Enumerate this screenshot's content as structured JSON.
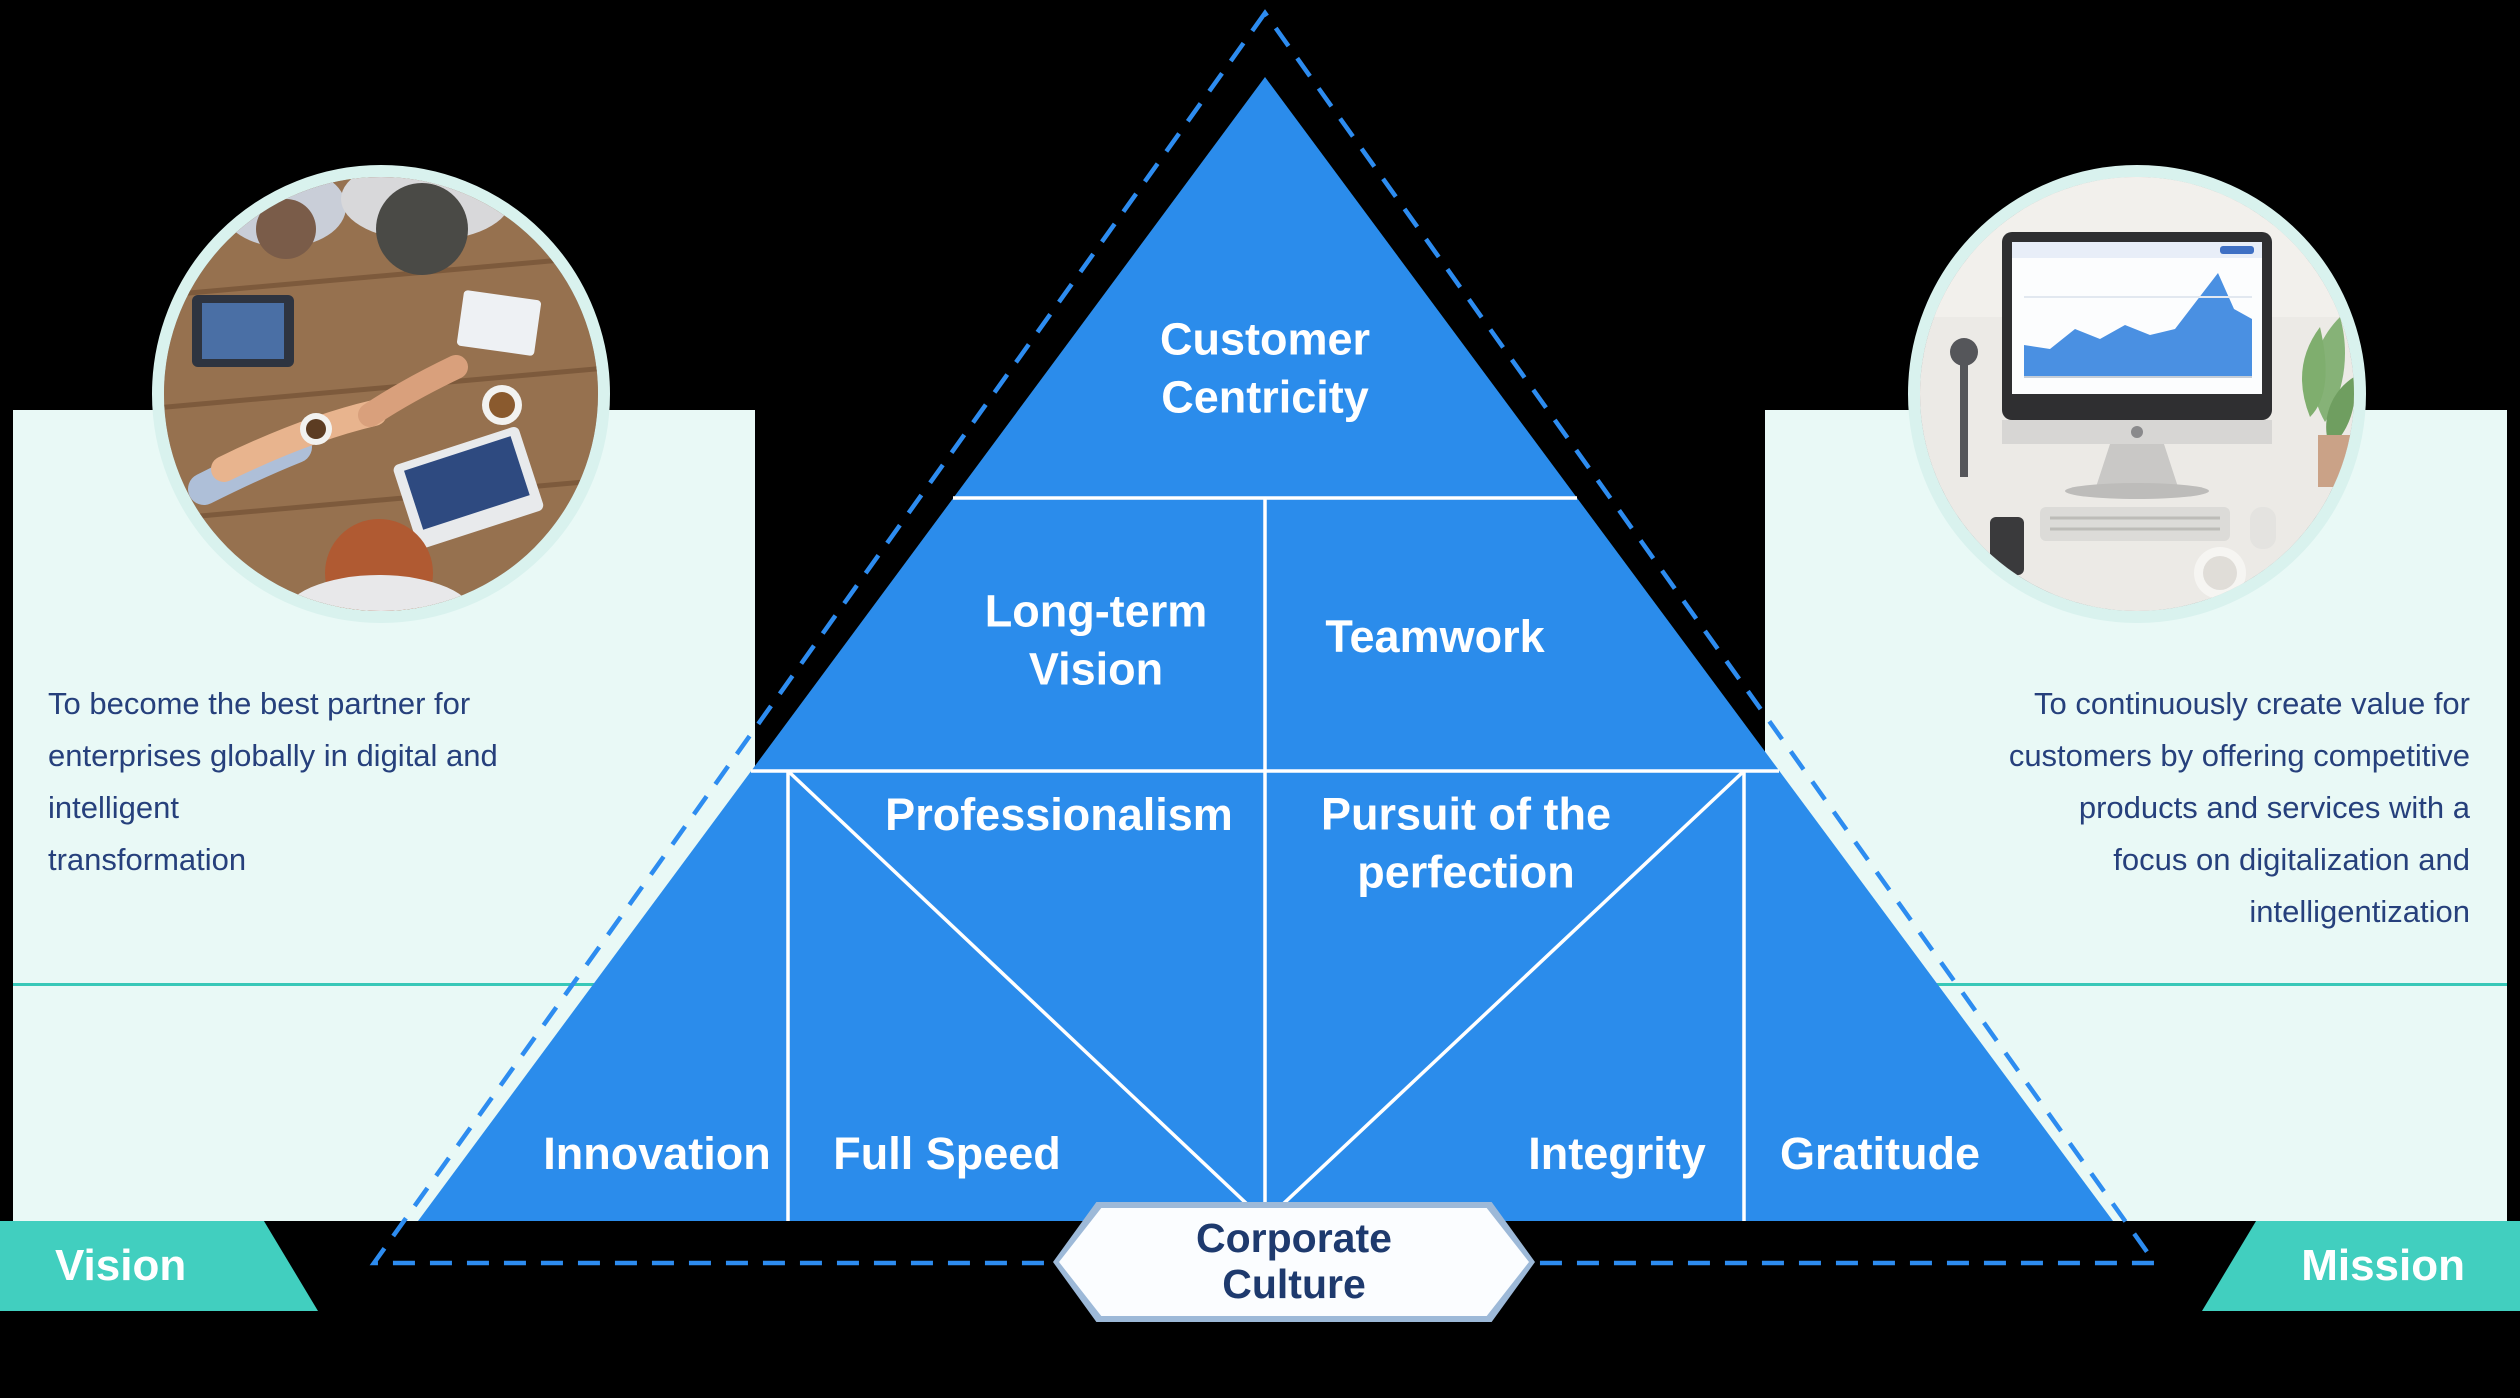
{
  "vision": {
    "label": "Vision",
    "lines": [
      "To become the best partner for",
      "enterprises globally in digital and",
      "intelligent",
      "transformation"
    ]
  },
  "mission": {
    "label": "Mission",
    "lines": [
      "To continuously create value for",
      "customers by offering competitive",
      "products and services with a",
      "focus on digitalization and",
      "intelligentization"
    ]
  },
  "pyramid": {
    "values": {
      "customer_centricity": "Customer Centricity",
      "long_term_vision": "Long-term Vision",
      "teamwork": "Teamwork",
      "professionalism": "Professionalism",
      "pursuit_of_perfection": "Pursuit of the perfection",
      "innovation": "Innovation",
      "full_speed": "Full Speed",
      "integrity": "Integrity",
      "gratitude": "Gratitude"
    }
  },
  "badge": {
    "label": "Corporate Culture"
  },
  "photos": {
    "vision_photo": "team-meeting-handshake-photo",
    "mission_photo": "desktop-monitor-analytics-photo"
  },
  "colors": {
    "background": "#000000",
    "pyramid_blue": "#2b8ceb",
    "dashed_blue": "#2d8cf0",
    "teal": "#41cfbf",
    "panel_bg": "#e9f9f6",
    "navy_text": "#26407c",
    "badge_text": "#1e3a6e",
    "label_white": "#ffffff"
  }
}
